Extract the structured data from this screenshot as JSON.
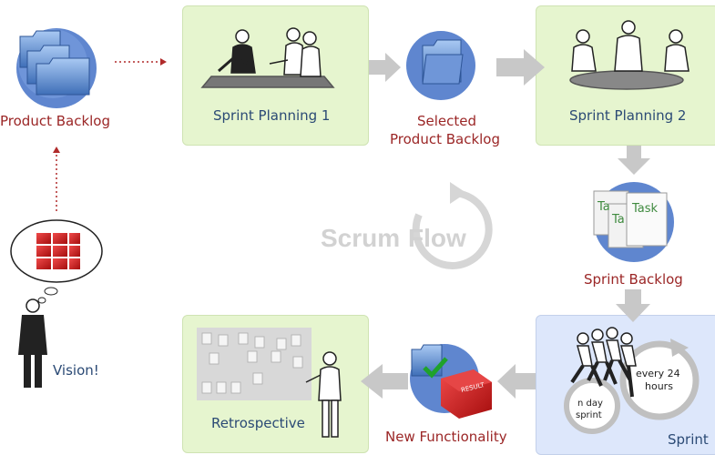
{
  "labels": {
    "product_backlog": "Product Backlog",
    "sprint_planning_1": "Sprint Planning 1",
    "selected_backlog_line1": "Selected",
    "selected_backlog_line2": "Product Backlog",
    "sprint_planning_2": "Sprint Planning 2",
    "sprint_backlog": "Sprint Backlog",
    "sprint": "Sprint",
    "new_functionality": "New Functionality",
    "retrospective": "Retrospective",
    "vision": "Vision!",
    "scrum_flow_word1": "Scrum",
    "scrum_flow_word2": "Flow",
    "task_card_top": "Task",
    "task_card_back": "Ta",
    "every_24_line1": "every 24",
    "every_24_line2": "hours",
    "n_day_line1": "n day",
    "n_day_line2": "sprint",
    "result_label": "RESULT"
  },
  "colors": {
    "green_box": "#e6f5cf",
    "blue_box": "#dde7fb",
    "label_red": "#9b2626",
    "label_blue": "#2b4a75",
    "arrow_gray": "#c8c8c8"
  }
}
